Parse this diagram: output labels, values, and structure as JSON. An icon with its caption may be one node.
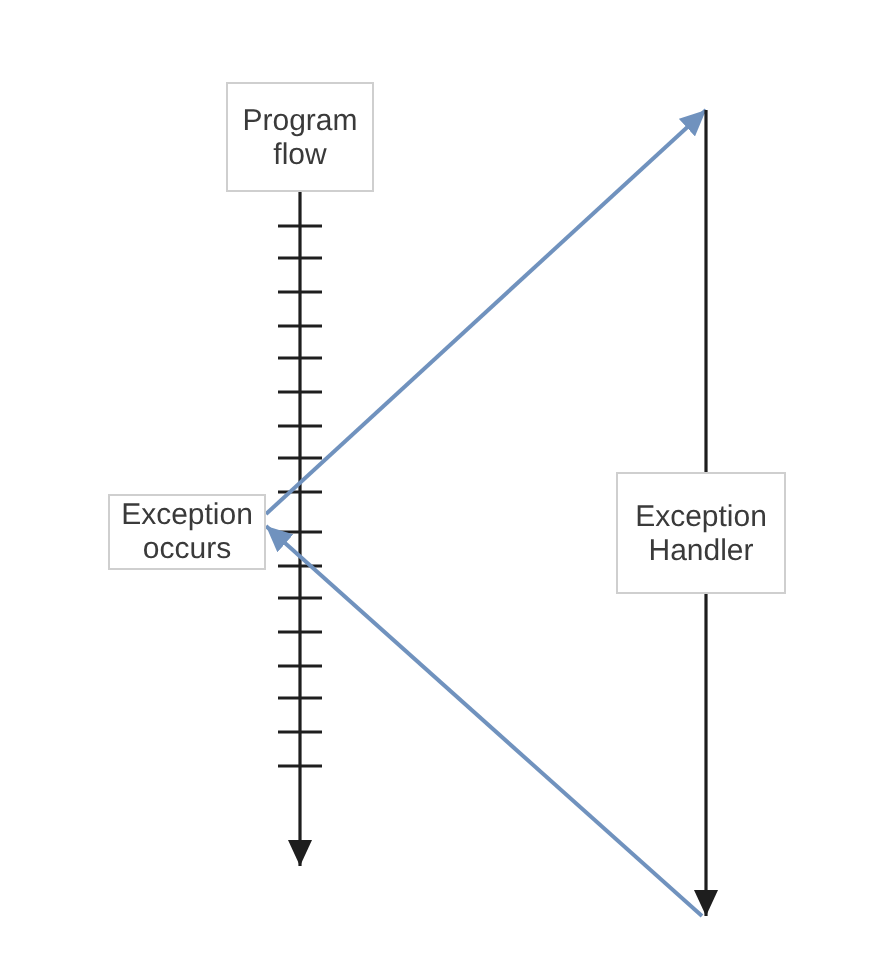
{
  "diagram": {
    "nodes": [
      {
        "text": [
          "Program flow"
        ]
      },
      {
        "text": [
          "Exception occurs"
        ]
      },
      {
        "text": [
          "Exception Handler"
        ]
      }
    ],
    "edges": [
      {
        "from": 0,
        "to": null,
        "arrow": "to"
      },
      {
        "from": 1,
        "to": null,
        "arrow": "to",
        "color": "#7092be"
      },
      {
        "from": null,
        "to": 2,
        "arrow": "none"
      },
      {
        "from": 2,
        "to": null,
        "arrow": "to"
      },
      {
        "from": null,
        "to": 1,
        "arrow": "to",
        "color": "#7092be"
      }
    ]
  }
}
